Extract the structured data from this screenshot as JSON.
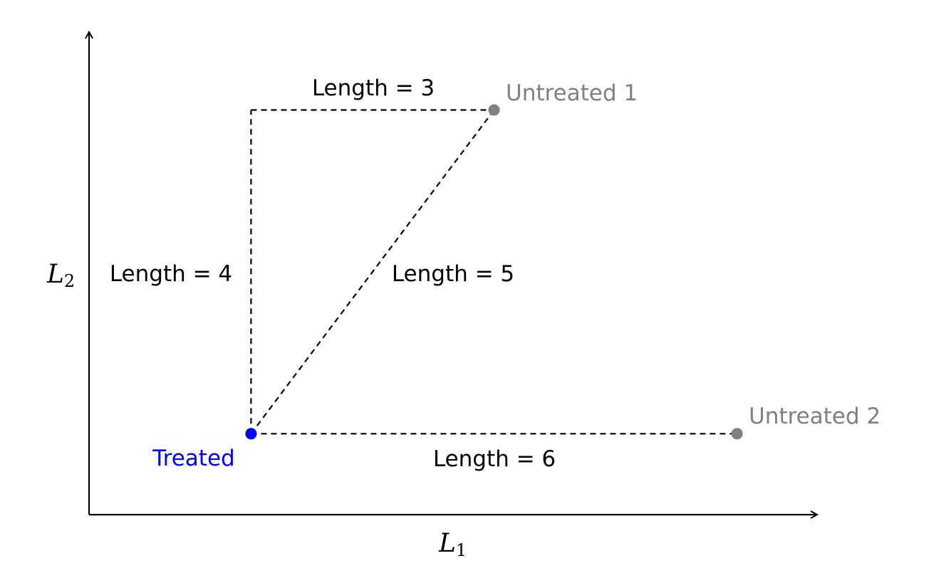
{
  "axes": {
    "x_label": "L",
    "x_sub": "1",
    "y_label": "L",
    "y_sub": "2"
  },
  "colors": {
    "treated": "#0000ff",
    "untreated": "#808080",
    "line": "#000000"
  },
  "points": [
    {
      "id": "treated",
      "label": "Treated",
      "x": 2,
      "y": 1
    },
    {
      "id": "untreated1",
      "label": "Untreated 1",
      "x": 5,
      "y": 5
    },
    {
      "id": "untreated2",
      "label": "Untreated 2",
      "x": 8,
      "y": 1
    }
  ],
  "segments": [
    {
      "id": "horizontal-top",
      "label": "Length = 3",
      "from": [
        2,
        5
      ],
      "to": [
        5,
        5
      ]
    },
    {
      "id": "vertical",
      "label": "Length = 4",
      "from": [
        2,
        1
      ],
      "to": [
        2,
        5
      ]
    },
    {
      "id": "diagonal",
      "label": "Length = 5",
      "from": [
        2,
        1
      ],
      "to": [
        5,
        5
      ]
    },
    {
      "id": "horizontal-bottom",
      "label": "Length = 6",
      "from": [
        2,
        1
      ],
      "to": [
        8,
        1
      ]
    }
  ]
}
